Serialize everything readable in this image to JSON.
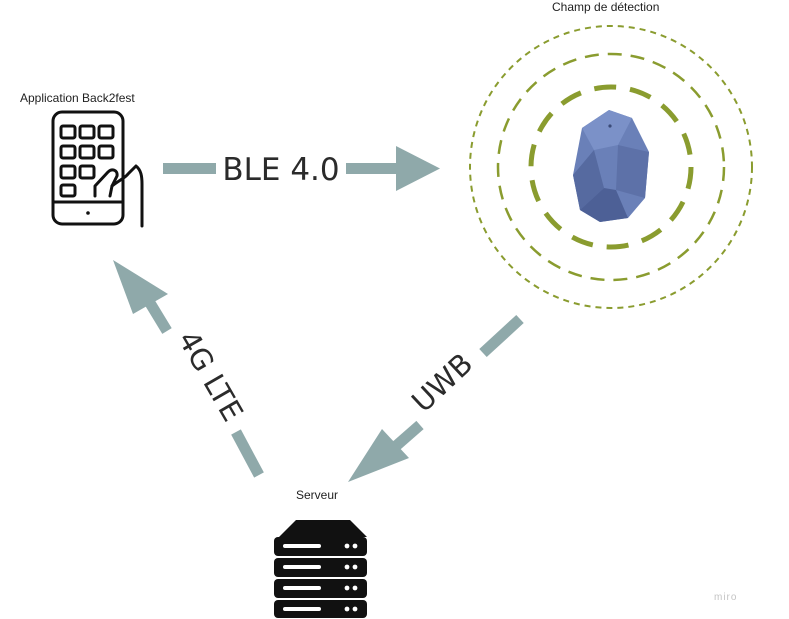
{
  "nodes": {
    "app": {
      "label": "Application Back2fest",
      "icon": "smartphone-hand-icon"
    },
    "beacon": {
      "label": "Champ de détection",
      "icon": "beacon-icon"
    },
    "server": {
      "label": "Serveur",
      "icon": "server-rack-icon"
    }
  },
  "edges": {
    "ble": {
      "label": "BLE 4.0",
      "from": "app",
      "to": "beacon"
    },
    "uwb": {
      "label": "UWB",
      "from": "beacon",
      "to": "server"
    },
    "lte": {
      "label": "4G LTE",
      "from": "server",
      "to": "app"
    }
  },
  "watermark": "miro",
  "colors": {
    "arrow": "#8fa9aa",
    "ring": "#8a9c2f",
    "beacon": "#6a80b8",
    "icon": "#111111"
  }
}
